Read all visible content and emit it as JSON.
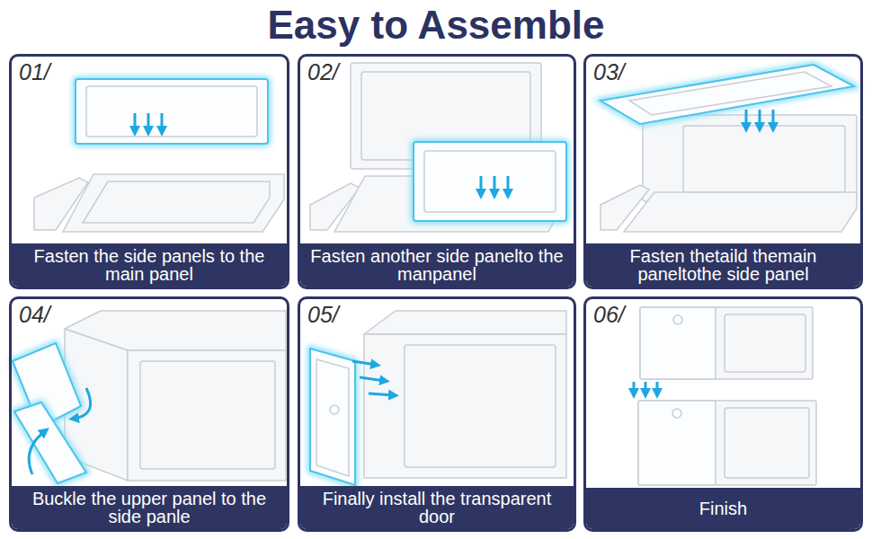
{
  "diagram": {
    "title": "Easy to Assemble",
    "nodes": [
      {
        "text": [
          "01/"
        ]
      },
      {
        "text": [
          "Fasten the side panels to the main panel"
        ],
        "in": 0
      },
      {
        "text": [
          "02/"
        ]
      },
      {
        "text": [
          "Fasten another side panelto the manpanel"
        ],
        "in": 2
      },
      {
        "text": [
          "03/"
        ]
      },
      {
        "text": [
          "Fasten thetaild themain paneltothe side panel"
        ],
        "in": 4
      },
      {
        "text": [
          "04/"
        ]
      },
      {
        "text": [
          "Buckle the upper panel to the side panle"
        ],
        "in": 6
      },
      {
        "text": [
          "05/"
        ]
      },
      {
        "text": [
          "Finally install the transparent door"
        ],
        "in": 8
      },
      {
        "text": [
          "06/"
        ]
      },
      {
        "text": [
          "Finish"
        ],
        "in": 10
      }
    ]
  }
}
